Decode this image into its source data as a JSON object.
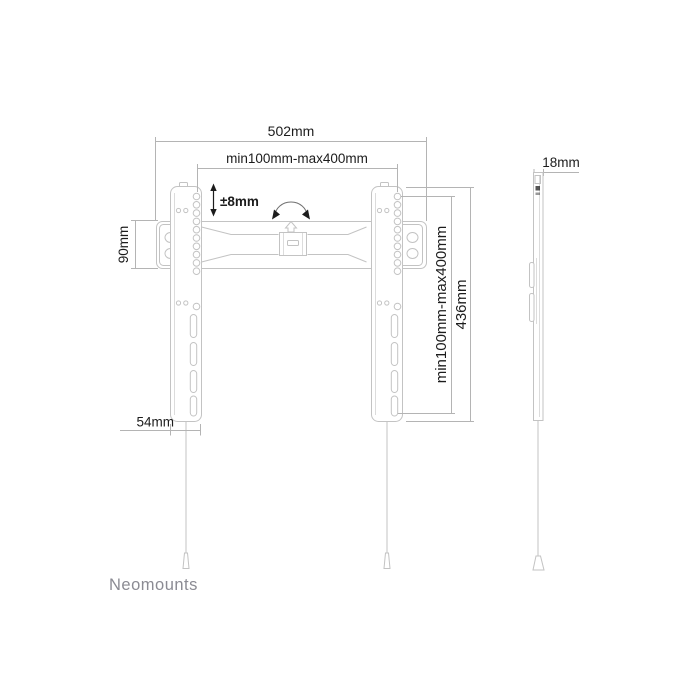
{
  "drawing": {
    "brand": "Neomounts",
    "views": {
      "front": {
        "dim_total_width": "502mm",
        "dim_vesa_horizontal": "min100mm-max400mm",
        "dim_level_adjust": "±8mm",
        "dim_plate_height": "90mm",
        "dim_bracket_width": "54mm",
        "dim_vesa_vertical": "min100mm-max400mm",
        "dim_bracket_height": "436mm"
      },
      "side": {
        "dim_depth": "18mm"
      }
    },
    "colors": {
      "outline": "#c3c3c3",
      "outline_soft": "#dcdcdc",
      "dim_line": "#b4b4b4",
      "dim_text": "#1c1c1c",
      "dark": "#1c1c1c",
      "arc": "#707070",
      "brand": "#8b8b93",
      "bg": "#ffffff"
    }
  }
}
